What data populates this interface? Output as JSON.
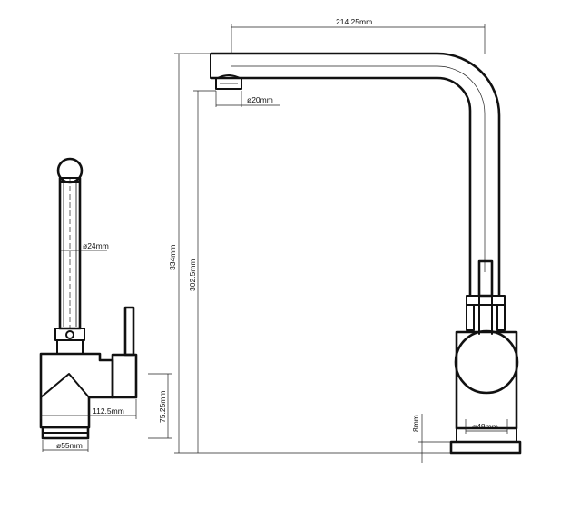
{
  "dimensions": {
    "spout_reach": "214.25mm",
    "aerator_diameter": "ø20mm",
    "total_height": "334mm",
    "spout_height": "302.5mm",
    "spout_tube_diameter": "ø24mm",
    "body_depth": "112.5mm",
    "body_height": "75.25mm",
    "base_diameter_side": "ø55mm",
    "base_thickness": "8mm",
    "body_diameter_front": "ø48mm"
  }
}
